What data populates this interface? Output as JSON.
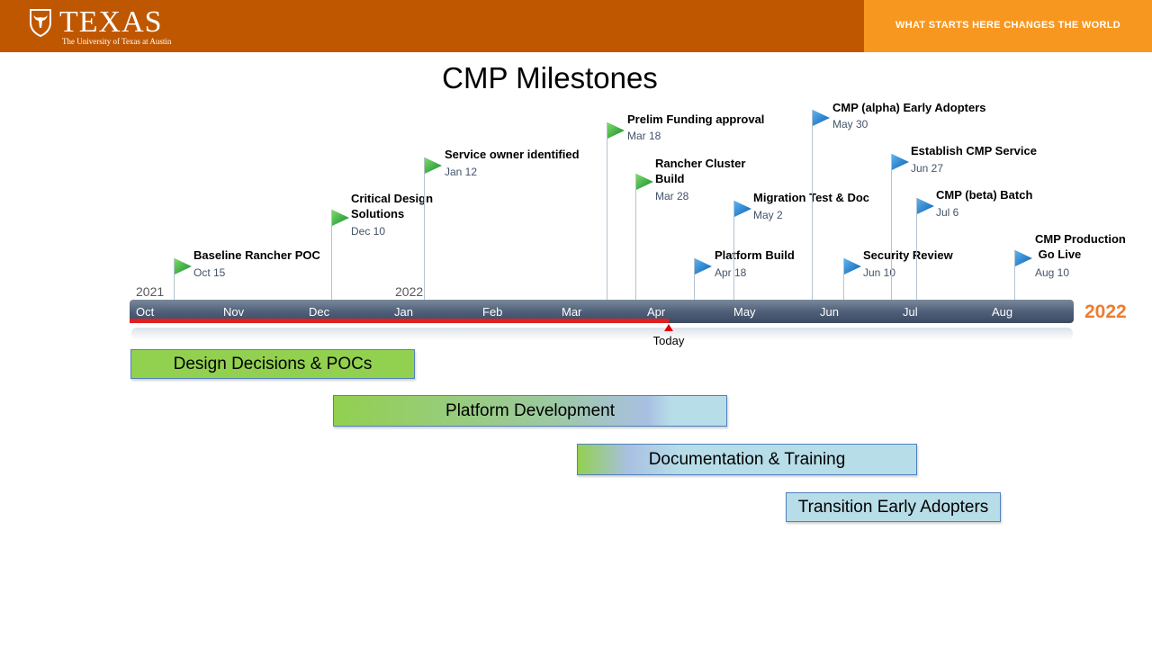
{
  "header": {
    "logo_word": "TEXAS",
    "logo_sub": "The University of Texas at Austin",
    "tagline": "WHAT STARTS HERE CHANGES THE WORLD",
    "colors": {
      "burnt_orange": "#bf5700",
      "accent_orange": "#f8971f"
    }
  },
  "title": "CMP Milestones",
  "timeline": {
    "start_year": "2021",
    "mid_year": "2022",
    "end_year": "2022",
    "months": [
      "Oct",
      "Nov",
      "Dec",
      "Jan",
      "Feb",
      "Mar",
      "Apr",
      "May",
      "Jun",
      "Jul",
      "Aug"
    ],
    "today_label": "Today",
    "colors": {
      "today": "#e02020",
      "green_flag": "#22a33a",
      "blue_flag": "#1f77c8",
      "end_year": "#ed7d31"
    }
  },
  "milestones": [
    {
      "label": "Baseline Rancher POC",
      "date": "Oct 15",
      "flag": "green"
    },
    {
      "label": "Critical Design\nSolutions",
      "date": "Dec 10",
      "flag": "green"
    },
    {
      "label": "Service owner identified",
      "date": "Jan 12",
      "flag": "green"
    },
    {
      "label": "Prelim Funding approval",
      "date": "Mar 18",
      "flag": "green"
    },
    {
      "label": "Rancher Cluster\nBuild",
      "date": "Mar 28",
      "flag": "green"
    },
    {
      "label": "Platform Build",
      "date": "Apr 18",
      "flag": "blue"
    },
    {
      "label": "Migration Test & Doc",
      "date": "May 2",
      "flag": "blue"
    },
    {
      "label": "CMP (alpha) Early Adopters",
      "date": "May 30",
      "flag": "blue"
    },
    {
      "label": "Security Review",
      "date": "Jun 10",
      "flag": "blue"
    },
    {
      "label": "Establish CMP Service",
      "date": "Jun 27",
      "flag": "blue"
    },
    {
      "label": "CMP (beta) Batch",
      "date": "Jul 6",
      "flag": "blue"
    },
    {
      "label": "CMP Production\n Go Live",
      "date": "Aug 10",
      "flag": "blue"
    }
  ],
  "phases": [
    {
      "label": "Design Decisions & POCs"
    },
    {
      "label": "Platform Development"
    },
    {
      "label": "Documentation & Training"
    },
    {
      "label": "Transition Early Adopters"
    }
  ]
}
